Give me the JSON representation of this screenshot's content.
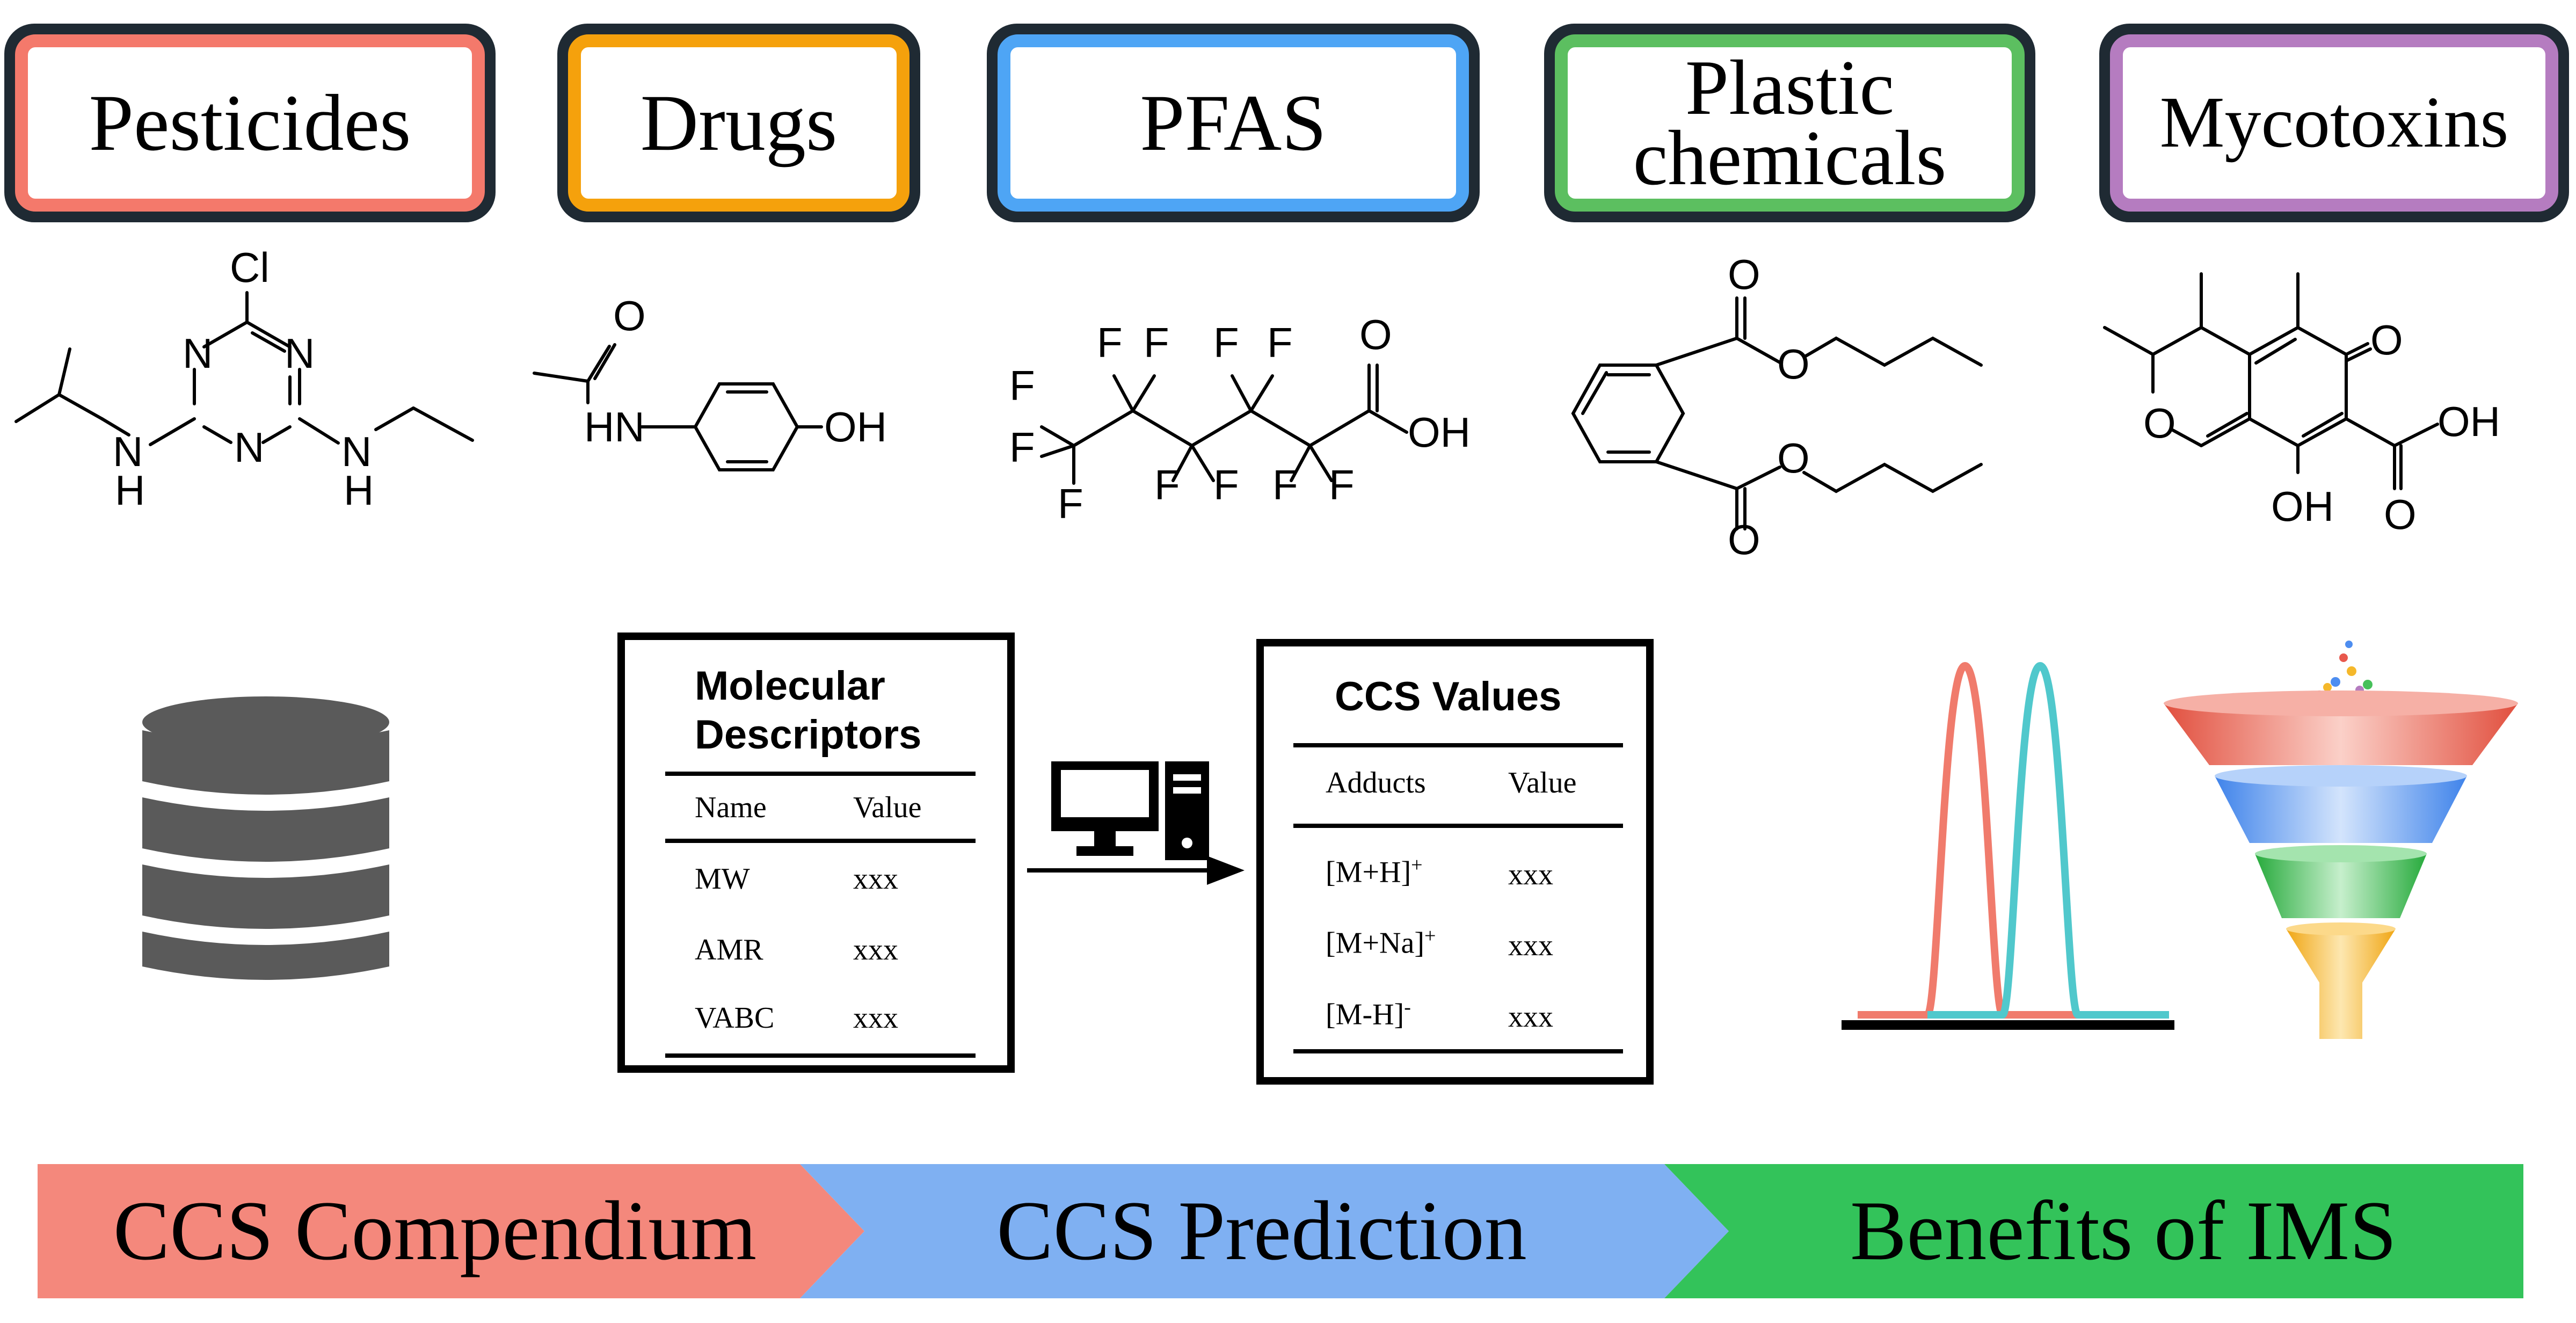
{
  "categories": [
    {
      "label": "Pesticides",
      "color": "#f4796b"
    },
    {
      "label": "Drugs",
      "color": "#f5a10c"
    },
    {
      "label": "PFAS",
      "color": "#4ea5f5"
    },
    {
      "label": "Plastic chemicals",
      "line1": "Plastic",
      "line2": "chemicals",
      "color": "#5cbf60"
    },
    {
      "label": "Mycotoxins",
      "color": "#b57cc0"
    }
  ],
  "molecules": {
    "pesticide": {
      "cl": "Cl",
      "n": "N",
      "nh": "N",
      "h": "H"
    },
    "drug": {
      "o": "O",
      "hn": "HN",
      "oh": "OH"
    },
    "pfas": {
      "f": "F",
      "o": "O",
      "oh": "OH"
    },
    "plastic": {
      "o": "O"
    },
    "mycotoxin": {
      "o": "O",
      "oh": "OH"
    }
  },
  "descriptors_table": {
    "title_line1": "Molecular",
    "title_line2": "Descriptors",
    "headers": [
      "Name",
      "Value"
    ],
    "rows": [
      [
        "MW",
        "xxx"
      ],
      [
        "AMR",
        "xxx"
      ],
      [
        "VABC",
        "xxx"
      ]
    ]
  },
  "ccs_table": {
    "title": "CCS Values",
    "headers": [
      "Adducts",
      "Value"
    ],
    "rows": [
      {
        "base": "[M+H]",
        "sup": "+",
        "value": "xxx"
      },
      {
        "base": "[M+Na]",
        "sup": "+",
        "value": "xxx"
      },
      {
        "base": "[M-H]",
        "sup": "-",
        "value": "xxx"
      }
    ]
  },
  "icons": [
    "database-icon",
    "computer-icon",
    "arrow-right-icon",
    "ims-peaks-icon",
    "funnel-icon"
  ],
  "peak_colors": {
    "left": "#f07b6c",
    "right": "#50c8cc"
  },
  "funnel_colors": [
    "#ee6a5a",
    "#5d9cf0",
    "#46c05a",
    "#f5b82b"
  ],
  "banner": [
    {
      "label": "CCS Compendium",
      "color": "#f4887c"
    },
    {
      "label": "CCS Prediction",
      "color": "#7fb0f2"
    },
    {
      "label": "Benefits of IMS",
      "color": "#33c35a"
    }
  ]
}
